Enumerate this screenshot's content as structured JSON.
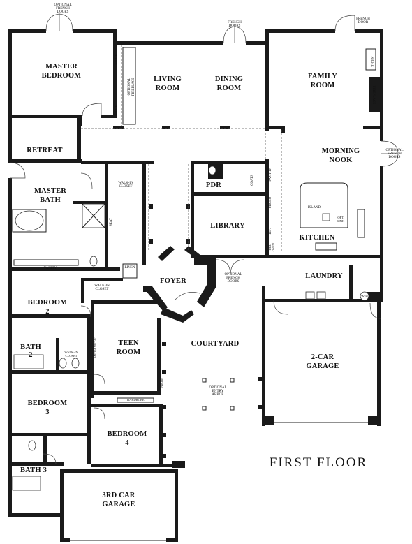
{
  "title": "FIRST FLOOR",
  "rooms": {
    "master_bedroom": [
      "MASTER",
      "BEDROOM"
    ],
    "living_room": [
      "LIVING",
      "ROOM"
    ],
    "dining_room": [
      "DINING",
      "ROOM"
    ],
    "family_room": [
      "FAMILY",
      "ROOM"
    ],
    "retreat": "RETREAT",
    "morning_nook": [
      "MORNING",
      "NOOK"
    ],
    "master_bath": [
      "MASTER",
      "BATH"
    ],
    "pdr": "PDR",
    "library": "LIBRARY",
    "kitchen": "KITCHEN",
    "foyer": "FOYER",
    "laundry": "LAUNDRY",
    "bedroom2": [
      "BEDROOM",
      "2"
    ],
    "teen_room": [
      "TEEN",
      "ROOM"
    ],
    "courtyard": "COURTYARD",
    "garage2": [
      "2-CAR",
      "GARAGE"
    ],
    "bath2": [
      "BATH",
      "2"
    ],
    "bedroom3": [
      "BEDROOM",
      "3"
    ],
    "bedroom4": [
      "BEDROOM",
      "4"
    ],
    "bath3": "BATH 3",
    "garage3": [
      "3RD CAR",
      "GARAGE"
    ]
  },
  "notes": {
    "optional_french_doors_top": [
      "OPTIONAL",
      "FRENCH",
      "DOORS"
    ],
    "french_doors_dining": [
      "FRENCH",
      "DOORS"
    ],
    "french_door_family": [
      "FRENCH",
      "DOOR"
    ],
    "niche": "NICHE",
    "optional_fireplace": [
      "OPTIONAL",
      "FIREPLACE"
    ],
    "fireplace": "FIREPLACE",
    "optional_french_doors_nook": [
      "OPTIONAL",
      "FRENCH",
      "DOORS"
    ],
    "walk_in_closet_master": [
      "WALK-IN",
      "CLOSET"
    ],
    "seat": "SEAT",
    "pantry": "PANTRY",
    "coats": "COATS",
    "island": "ISLAND",
    "opt_sink": [
      "OPT.",
      "SINK"
    ],
    "ref": "REF.",
    "micro": "MICRO",
    "dbl_oven": [
      "DBL",
      "OVEN"
    ],
    "vanity": "VANITY",
    "linen": "LINEN",
    "walk_in_closet_bed2": [
      "WALK-IN",
      "CLOSET"
    ],
    "optional_french_doors_library": [
      "OPTIONAL",
      "FRENCH",
      "DOORS"
    ],
    "wh": "W/H",
    "walk_in_closet_bath2": [
      "WALK-IN",
      "CLOSET"
    ],
    "media_niche": "MEDIA NICHE",
    "optional_entry_arbor": [
      "OPTIONAL",
      "ENTRY",
      "ARBOR"
    ],
    "wardrobe": "WARDROBE"
  }
}
